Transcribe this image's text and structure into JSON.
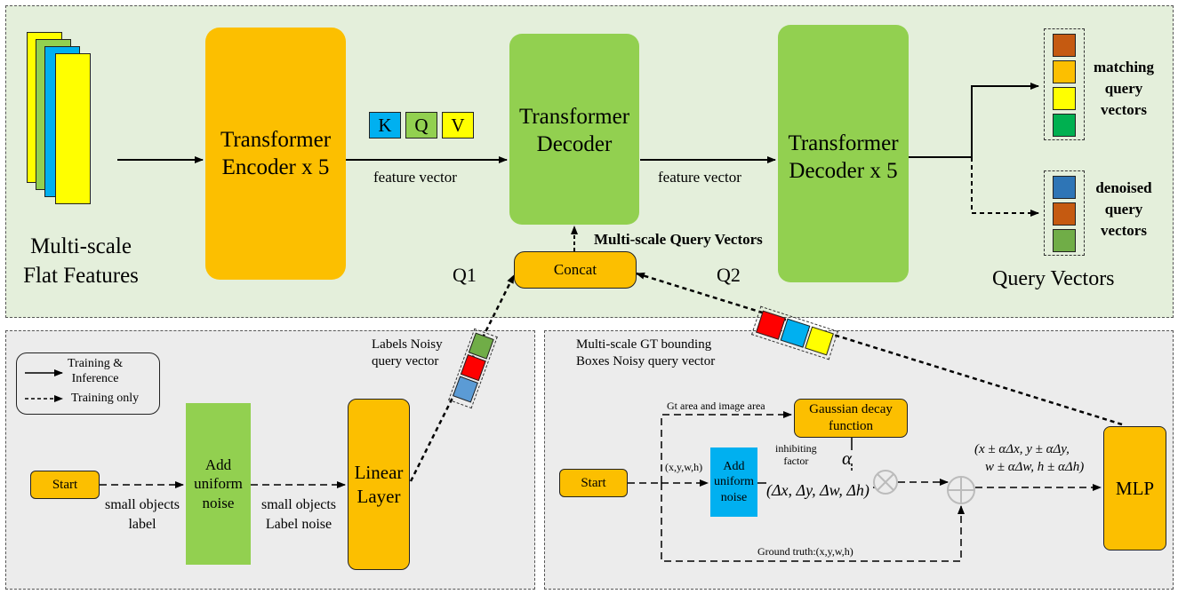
{
  "top": {
    "input_label": "Multi-scale\nFlat Features",
    "encoder": "Transformer\nEncoder x 5",
    "kqv": [
      "K",
      "Q",
      "V"
    ],
    "feature_vector_1": "feature vector",
    "decoder_1": "Transformer\nDecoder",
    "feature_vector_2": "feature vector",
    "decoder_2": "Transformer\nDecoder x 5",
    "multiscale_query": "Multi-scale Query Vectors",
    "concat": "Concat",
    "q1": "Q1",
    "q2": "Q2",
    "matching": "matching\nquery\nvectors",
    "denoised": "denoised\nquery\nvectors",
    "query_vectors": "Query Vectors"
  },
  "left": {
    "legend_solid": "Training &\nInference",
    "legend_dashed": "Training only",
    "start": "Start",
    "small_label": "small objects\nlabel",
    "add_noise": "Add\nuniform\nnoise",
    "label_noise": "small objects\nLabel noise",
    "linear": "Linear\nLayer",
    "labels_noisy": "Labels Noisy\nquery vector"
  },
  "right": {
    "gt_title": "Multi-scale GT bounding\nBoxes Noisy query vector",
    "gt_area": "Gt area and image area",
    "gaussian": "Gaussian decay\nfunction",
    "inhibiting": "inhibiting\nfactor",
    "alpha": "α",
    "xywh": "(x,y,w,h)",
    "start": "Start",
    "add_noise": "Add\nuniform\nnoise",
    "delta": "(Δx, Δy, Δw, Δh)",
    "formula_1": "(x ± αΔx, y ± αΔy,",
    "formula_2": "w ± αΔw, h ± αΔh)",
    "mlp": "MLP",
    "ground_truth": "Ground truth:(x,y,w,h)"
  },
  "colors": {
    "panel_top": "#e4efdb",
    "panel_bottom": "#ececec",
    "orange": "#fcbf00",
    "green": "#92d050",
    "blue": "#00b0f0",
    "yellow": "#ffff00",
    "red": "#ff0000",
    "dark_orange": "#c55a11",
    "dark_green": "#00b050",
    "steel_blue": "#2e75b6",
    "olive_green": "#70ad47",
    "light_green": "#a9d18e",
    "light_blue": "#5b9bd5"
  }
}
